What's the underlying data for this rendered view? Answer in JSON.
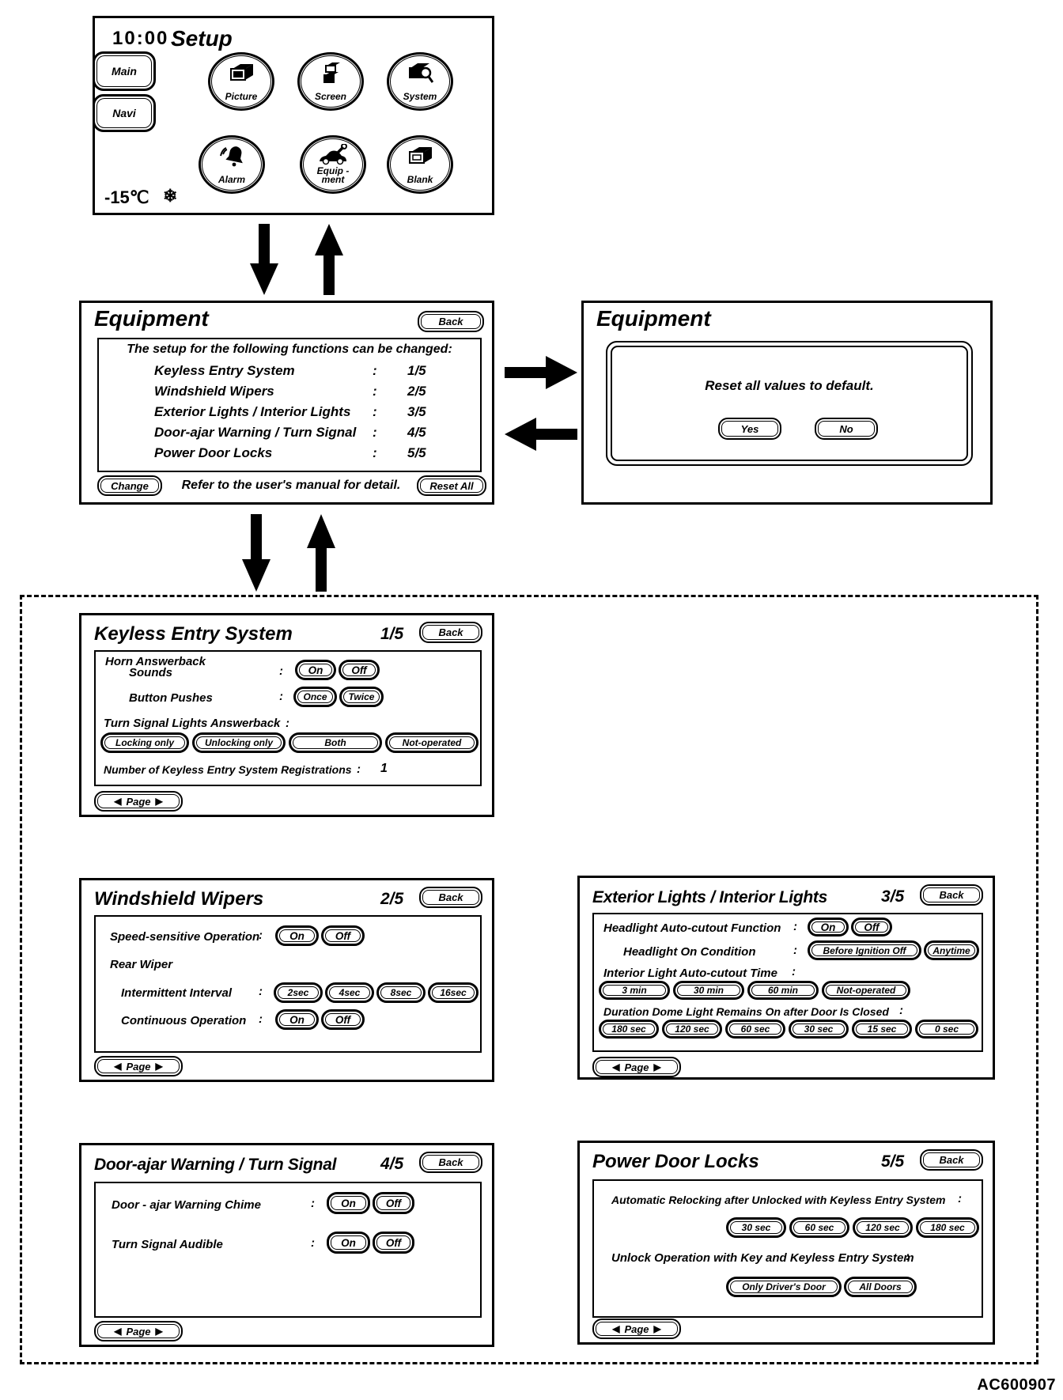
{
  "figure_code": "AC600907",
  "ui": {
    "back_label": "Back",
    "page_label": "Page",
    "page_left_icon": "◀",
    "page_right_icon": "▶",
    "colon": ":"
  },
  "setup": {
    "clock": "10:00",
    "title": "Setup",
    "main_label": "Main",
    "navi_label": "Navi",
    "temperature": "-15℃",
    "snowflake": "❄",
    "icons": {
      "picture": "Picture",
      "screen": "Screen",
      "system": "System",
      "alarm": "Alarm",
      "equipment": "Equip -\nment",
      "blank": "Blank"
    }
  },
  "equipment": {
    "title": "Equipment",
    "intro": "The setup for the following functions can be  changed:",
    "items": [
      {
        "label": "Keyless Entry System",
        "value": "1/5"
      },
      {
        "label": "Windshield Wipers",
        "value": "2/5"
      },
      {
        "label": "Exterior Lights / Interior Lights",
        "value": "3/5"
      },
      {
        "label": "Door-ajar Warning / Turn Signal",
        "value": "4/5"
      },
      {
        "label": "Power Door Locks",
        "value": "5/5"
      }
    ],
    "change_label": "Change",
    "footnote": "Refer to the user's manual for detail.",
    "reset_all_label": "Reset All"
  },
  "reset_dialog": {
    "title": "Equipment",
    "message": "Reset all values to default.",
    "yes_label": "Yes",
    "no_label": "No"
  },
  "keyless": {
    "title": "Keyless Entry System",
    "page_no": "1/5",
    "horn_answerback_label": "Horn Answerback",
    "sounds_label": "Sounds",
    "sounds_options": [
      "On",
      "Off"
    ],
    "button_pushes_label": "Button Pushes",
    "button_pushes_options": [
      "Once",
      "Twice"
    ],
    "turn_signal_label": "Turn Signal Lights Answerback",
    "turn_signal_options": [
      "Locking only",
      "Unlocking only",
      "Both",
      "Not-operated"
    ],
    "registrations_label": "Number of Keyless Entry System Registrations",
    "registrations_value": "1"
  },
  "wipers": {
    "title": "Windshield Wipers",
    "page_no": "2/5",
    "speed_label": "Speed-sensitive Operation",
    "speed_options": [
      "On",
      "Off"
    ],
    "rear_wiper_label": "Rear Wiper",
    "intermittent_label": "Intermittent Interval",
    "intermittent_options": [
      "2sec",
      "4sec",
      "8sec",
      "16sec"
    ],
    "continuous_label": "Continuous Operation",
    "continuous_options": [
      "On",
      "Off"
    ]
  },
  "lights": {
    "title": "Exterior Lights / Interior Lights",
    "page_no": "3/5",
    "headlight_cutout_label": "Headlight Auto-cutout Function",
    "headlight_cutout_options": [
      "On",
      "Off"
    ],
    "headlight_on_label": "Headlight On Condition",
    "headlight_on_options": [
      "Before Ignition Off",
      "Anytime"
    ],
    "interior_cutout_label": "Interior Light Auto-cutout Time",
    "interior_cutout_options": [
      "3 min",
      "30 min",
      "60 min",
      "Not-operated"
    ],
    "dome_label": "Duration Dome Light Remains On after Door Is  Closed",
    "dome_options": [
      "180 sec",
      "120 sec",
      "60 sec",
      "30 sec",
      "15 sec",
      "0 sec"
    ]
  },
  "door_ajar": {
    "title": "Door-ajar Warning / Turn Signal",
    "page_no": "4/5",
    "chime_label": "Door - ajar Warning Chime",
    "chime_options": [
      "On",
      "Off"
    ],
    "turn_audible_label": "Turn Signal Audible",
    "turn_audible_options": [
      "On",
      "Off"
    ]
  },
  "door_locks": {
    "title": "Power Door Locks",
    "page_no": "5/5",
    "relock_label": "Automatic Relocking after Unlocked with Keyless Entry System",
    "relock_options": [
      "30 sec",
      "60 sec",
      "120 sec",
      "180 sec"
    ],
    "unlock_label": "Unlock Operation with Key and Keyless Entry System",
    "unlock_options": [
      "Only Driver's Door",
      "All Doors"
    ]
  }
}
